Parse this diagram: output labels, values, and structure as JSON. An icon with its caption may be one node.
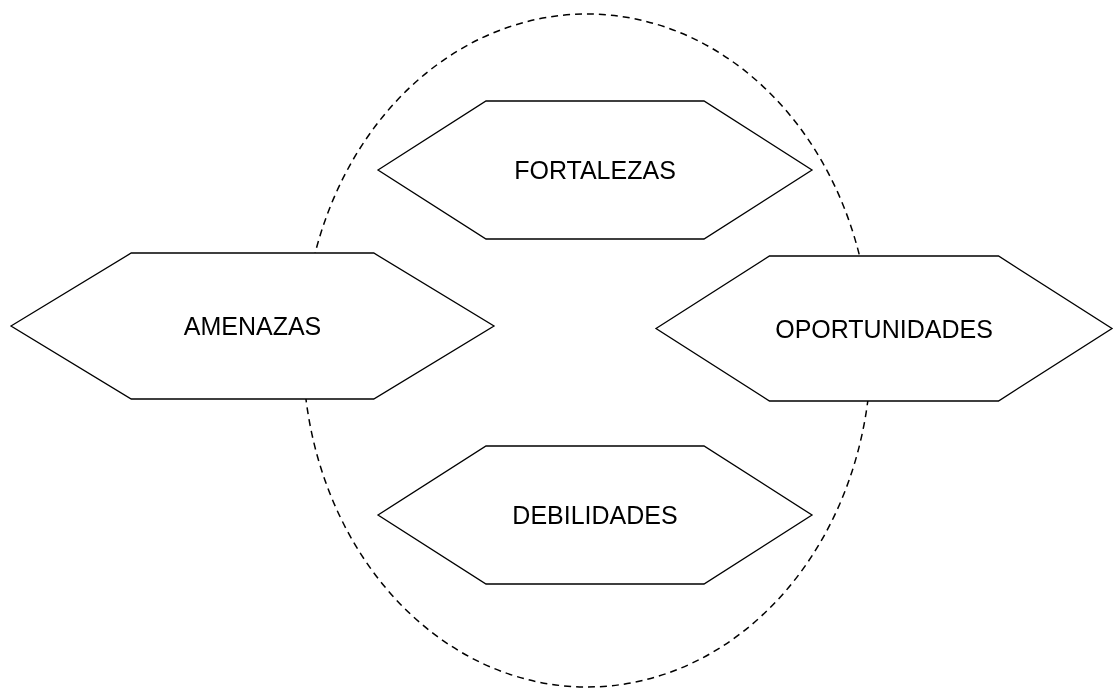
{
  "diagram": {
    "nodes": [
      {
        "text": [],
        "shape": "ellipse"
      },
      {
        "text": [
          "FORTALEZAS"
        ],
        "in": 0
      },
      {
        "text": [
          "AMENAZAS"
        ]
      },
      {
        "text": [
          "OPORTUNIDADES"
        ]
      },
      {
        "text": [
          "DEBILIDADES"
        ],
        "in": 0
      }
    ]
  }
}
